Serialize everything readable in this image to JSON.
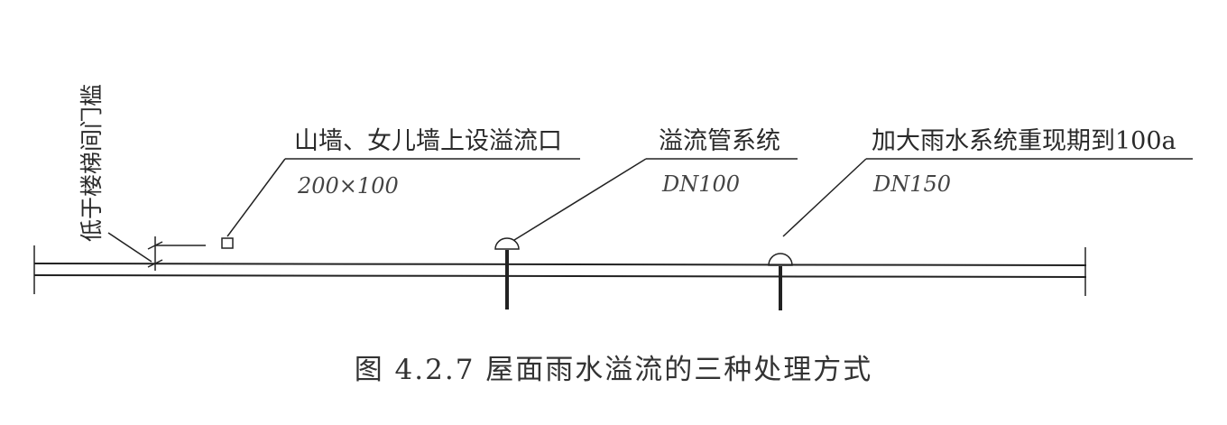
{
  "diagram": {
    "vertical_label": "低于楼梯间门槛",
    "callouts": [
      {
        "id": "parapet-overflow-outlet",
        "title": "山墙、女儿墙上设溢流口",
        "dimension": "200×100"
      },
      {
        "id": "overflow-pipe-system",
        "title": "溢流管系统",
        "dimension": "DN100"
      },
      {
        "id": "enlarged-rain-system",
        "title": "加大雨水系统重现期到100a",
        "dimension": "DN150"
      }
    ],
    "caption": "图 4.2.7   屋面雨水溢流的三种处理方式"
  }
}
